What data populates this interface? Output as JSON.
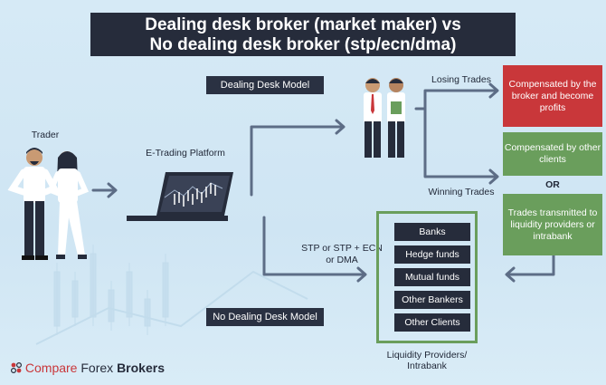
{
  "title_line1": "Dealing desk broker (market maker) vs",
  "title_line2": "No dealing desk broker (stp/ecn/dma)",
  "dealing_desk_model": "Dealing Desk Model",
  "no_dealing_desk_model": "No Dealing Desk Model",
  "trader": "Trader",
  "etrading_platform": "E-Trading Platform",
  "losing_trades": "Losing Trades",
  "winning_trades": "Winning Trades",
  "stp_line1": "STP or STP + ECN",
  "stp_line2": "or DMA",
  "compensated_broker": "Compensated by the broker and become profits",
  "compensated_clients": "Compensated by other clients",
  "or": "OR",
  "trades_transmitted": "Trades transmitted to liquidity providers or intrabank",
  "lp_items": [
    "Banks",
    "Hedge funds",
    "Mutual funds",
    "Other Bankers",
    "Other Clients"
  ],
  "lp_label_line1": "Liquidity Providers/",
  "lp_label_line2": "Intrabank",
  "logo_part1": "Compare",
  "logo_part2": "Forex",
  "logo_part3": "Brokers",
  "colors": {
    "dark": "#262c3b",
    "red": "#c9373a",
    "green": "#6a9e5c",
    "arrow": "#5d6d86"
  }
}
